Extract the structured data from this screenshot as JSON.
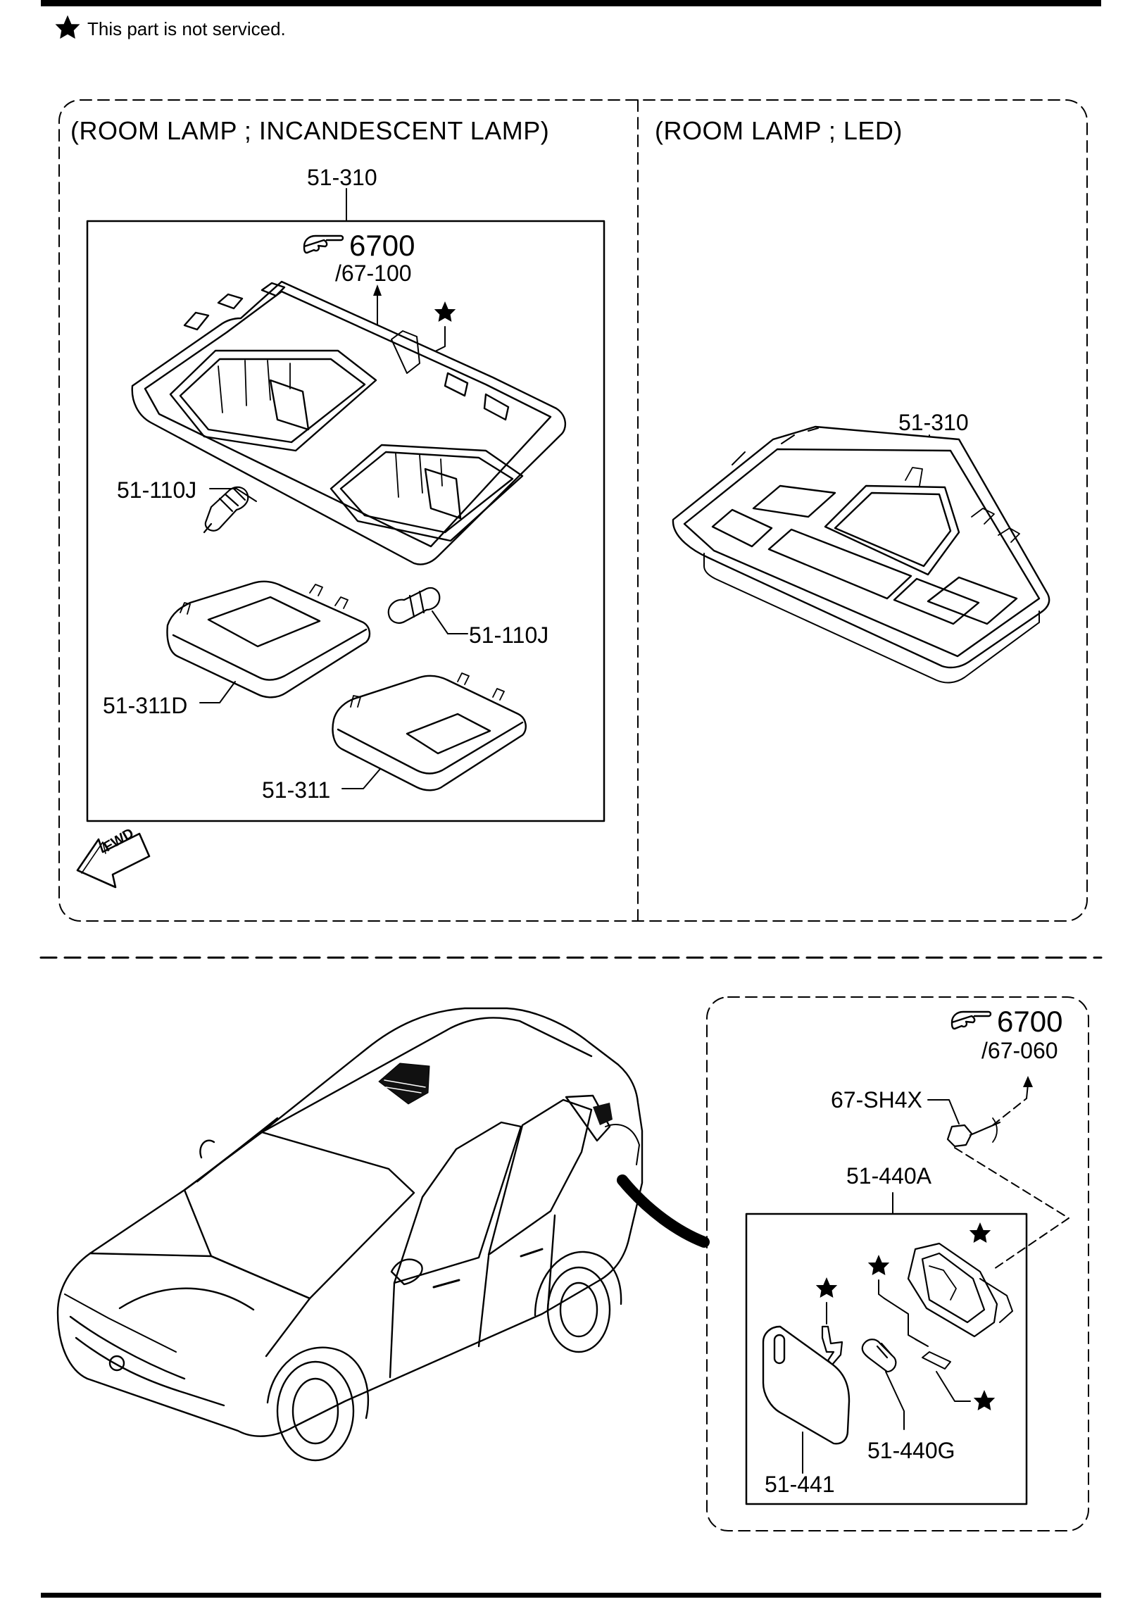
{
  "header": {
    "note": "This part is not serviced."
  },
  "sections": {
    "incandescent_title": "(ROOM LAMP ; INCANDESCENT LAMP)",
    "led_title": "(ROOM LAMP ; LED)"
  },
  "callouts": {
    "lamp_assy_incandescent": "51-310",
    "bulb_left": "51-110J",
    "bulb_right": "51-110J",
    "lens_d": "51-311D",
    "lens": "51-311",
    "lamp_assy_led": "51-310",
    "harness": "67-SH4X",
    "cargo_lamp_assy": "51-440A",
    "cargo_bulb": "51-440G",
    "cargo_lens": "51-441"
  },
  "references": {
    "ref1_main": "6700",
    "ref1_sub": "/67-100",
    "ref2_main": "6700",
    "ref2_sub": "/67-060"
  },
  "direction_label": "FWD",
  "icons": [
    "star-icon",
    "pointing-hand-icon",
    "fwd-arrow-icon"
  ]
}
